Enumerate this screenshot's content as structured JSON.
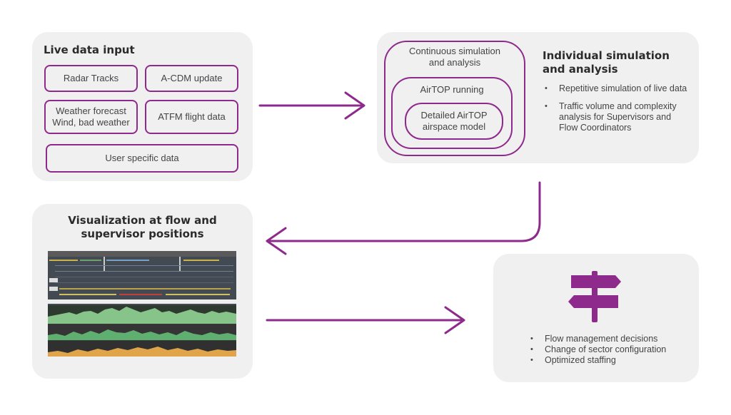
{
  "live_input": {
    "title": "Live data input",
    "items": [
      "Radar Tracks",
      "A-CDM update",
      "Weather forecast\nWind, bad weather",
      "ATFM flight data",
      "User specific data"
    ]
  },
  "simulation": {
    "title": "Individual simulation\nand analysis",
    "outer_label": "Continuous simulation\nand analysis",
    "middle_label": "AirTOP running",
    "inner_label": "Detailed AirTOP\nairspace model",
    "bullets": [
      "Repetitive simulation of live data",
      "Traffic volume and complexity analysis for Supervisors and Flow Coordinators"
    ]
  },
  "visualization": {
    "title": "Visualization at flow and\nsupervisor positions"
  },
  "decisions": {
    "icon": "signpost-icon",
    "bullets": [
      "Flow management decisions",
      "Change of sector configuration",
      "Optimized staffing"
    ]
  },
  "colors": {
    "accent": "#8e2a8b",
    "panel": "#f0f0f0"
  }
}
